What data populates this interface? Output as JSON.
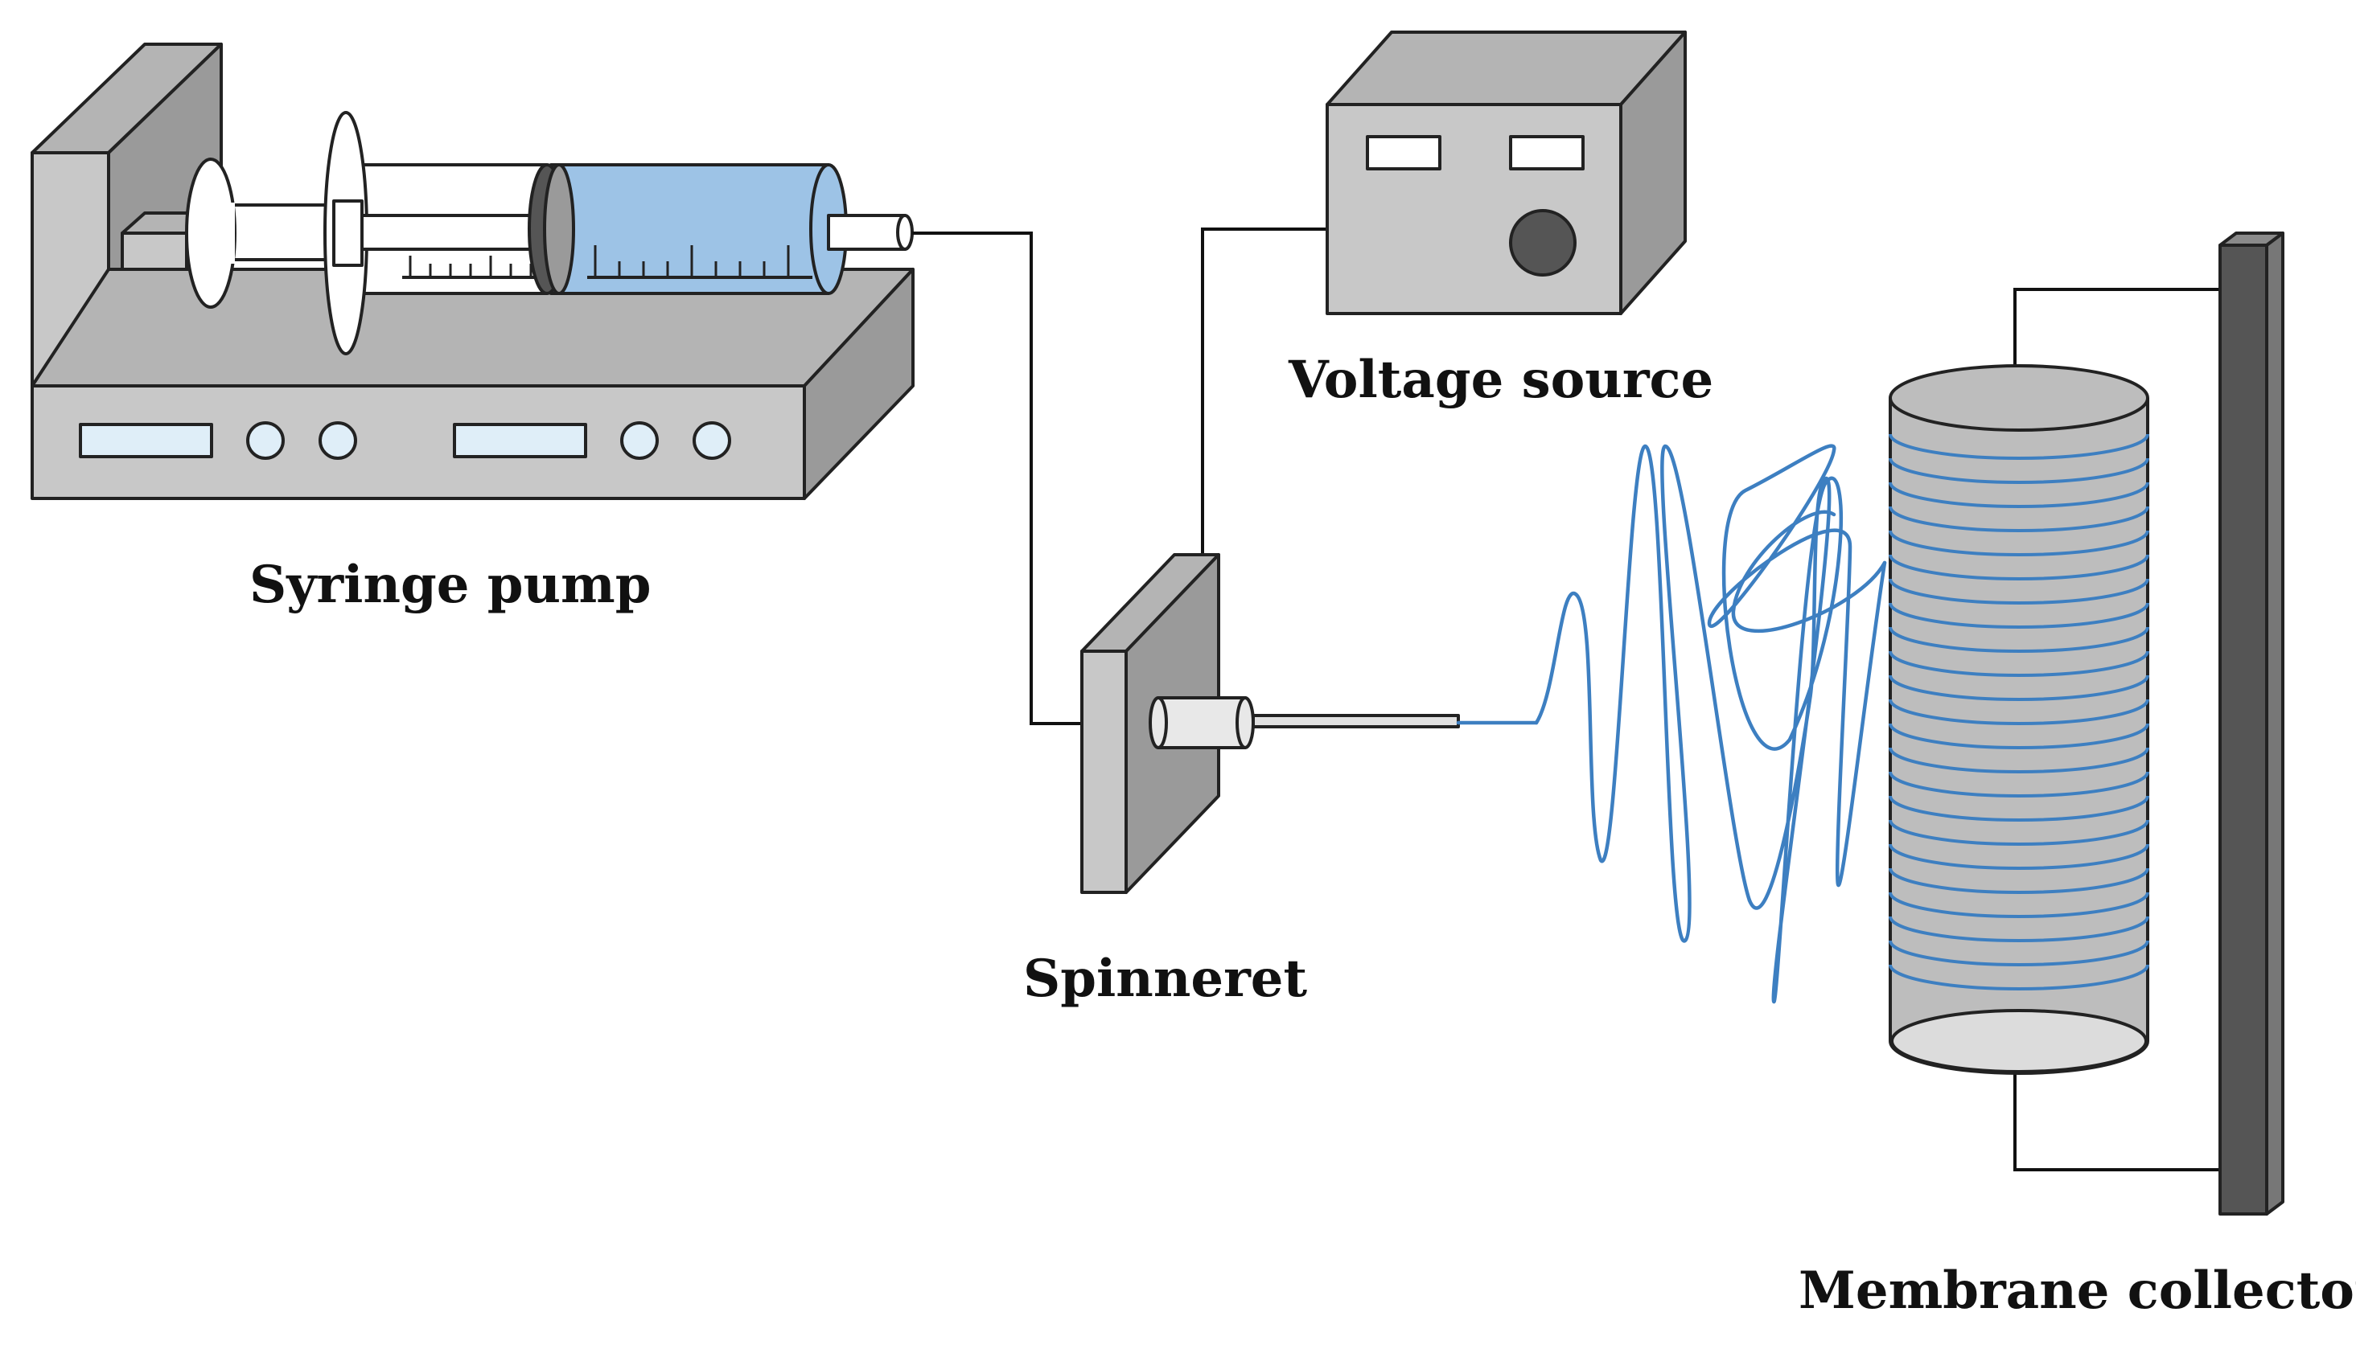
{
  "labels": {
    "syringe_pump": "Syringe pump",
    "voltage_source": "Voltage source",
    "spinneret": "Spinneret",
    "membrane_collector": "Membrane collector"
  },
  "colors": {
    "device_gray": "#c8c8c8",
    "device_side": "#9a9a9a",
    "device_top": "#b4b4b4",
    "display": "#dfeef8",
    "solution": "#9dc3e6",
    "fiber": "#3d7fc1",
    "collector_body": "#bdbdbd",
    "collector_top": "#dcdcdc",
    "frame": "#555555",
    "wire": "#111111"
  },
  "icons": {
    "pump": "syringe-pump-icon",
    "syringe": "syringe-icon",
    "power": "voltage-source-icon",
    "nozzle": "spinneret-icon",
    "drum": "drum-collector-icon"
  }
}
